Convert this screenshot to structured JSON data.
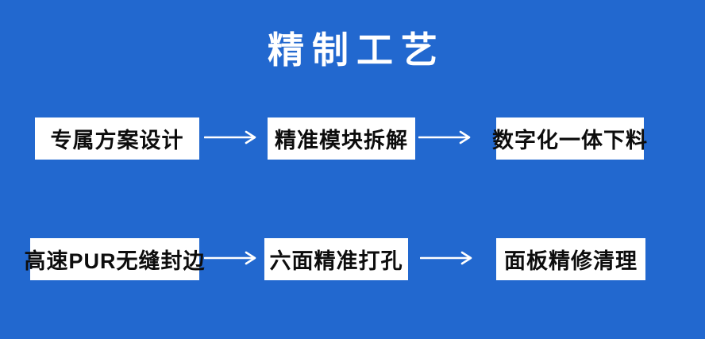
{
  "page": {
    "title": "精制工艺",
    "background_color": "#2268CF",
    "box_background_color": "#FFFFFF",
    "box_text_color": "#0D0D0D",
    "arrow_color": "#FFFFFF"
  },
  "flow": {
    "rows": [
      {
        "steps": [
          {
            "label": "专属方案设计"
          },
          {
            "label": "精准模块拆解"
          },
          {
            "label": "数字化一体下料"
          }
        ]
      },
      {
        "steps": [
          {
            "label": "高速PUR无缝封边"
          },
          {
            "label": "六面精准打孔"
          },
          {
            "label": "面板精修清理"
          }
        ]
      }
    ]
  }
}
